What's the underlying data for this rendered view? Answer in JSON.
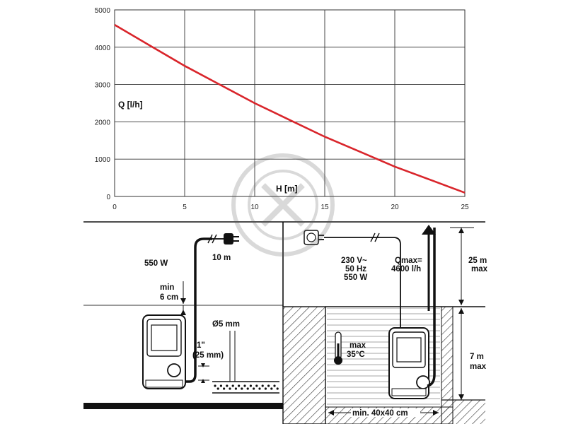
{
  "chart_data": {
    "type": "line",
    "ylabel": "Q [l/h]",
    "xlabel": "H [m]",
    "xlim": [
      0,
      25
    ],
    "ylim": [
      0,
      5000
    ],
    "x_ticks": [
      0,
      5,
      10,
      15,
      20,
      25
    ],
    "y_ticks": [
      0,
      1000,
      2000,
      3000,
      4000,
      5000
    ],
    "grid": true,
    "series": [
      {
        "color": "#d9252b",
        "x": [
          0,
          2.5,
          5,
          7.5,
          10,
          12.5,
          15,
          17.5,
          20,
          22.5,
          25
        ],
        "y": [
          4600,
          4050,
          3500,
          3000,
          2500,
          2050,
          1600,
          1200,
          800,
          450,
          100
        ]
      }
    ]
  },
  "diagram": {
    "power_label": "550 W",
    "cable_length_label": "10 m",
    "min_depth_label_line1": "min",
    "min_depth_label_line2": "6 cm",
    "hose_size_label_line1": "1\"",
    "hose_size_label_line2": "(25 mm)",
    "particle_size_label": "Ø5 mm",
    "supply_label_line1": "230 V~",
    "supply_label_line2": "50 Hz",
    "supply_label_line3": "550 W",
    "qmax_label_line1": "Qmax=",
    "qmax_label_line2": "4600 l/h",
    "head_label_line1": "25 m",
    "head_label_line2": "max",
    "depth_label_line1": "7 m",
    "depth_label_line2": "max",
    "temp_label_line1": "max",
    "temp_label_line2": "35°C",
    "pit_label": "min. 40x40 cm"
  }
}
